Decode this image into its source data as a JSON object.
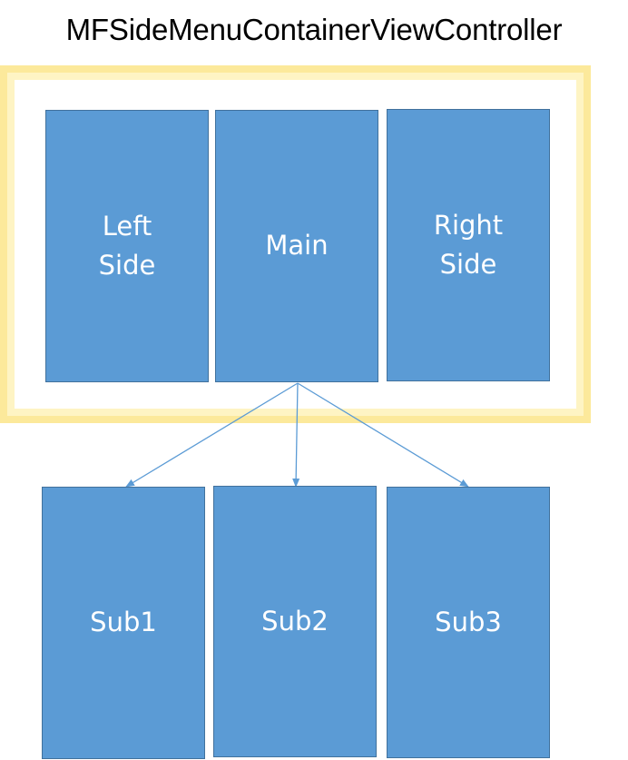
{
  "diagram": {
    "title": "MFSideMenuContainerViewController",
    "container": {
      "border_color": "#fce99b",
      "fill_color": "#fef4c4"
    },
    "box_fill": "#5b9bd5",
    "box_border": "#41719c",
    "connector_color": "#5b9bd5",
    "nodes": {
      "left_side": "Left\nSide",
      "main": "Main",
      "right_side": "Right\nSide",
      "sub1": "Sub1",
      "sub2": "Sub2",
      "sub3": "Sub3"
    },
    "edges": [
      {
        "from": "main",
        "to": "sub1"
      },
      {
        "from": "main",
        "to": "sub2"
      },
      {
        "from": "main",
        "to": "sub3"
      }
    ]
  }
}
